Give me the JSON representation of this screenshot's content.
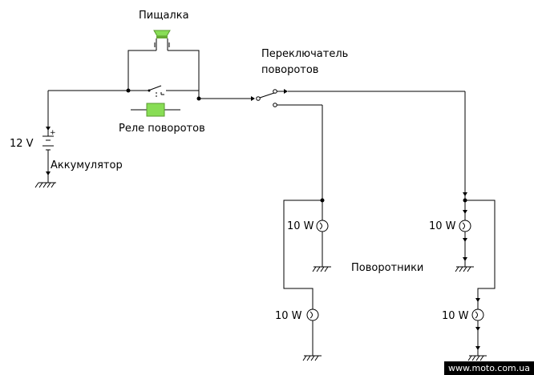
{
  "labels": {
    "buzzer": "Пищалка",
    "switch_line1": "Переключатель",
    "switch_line2": "поворотов",
    "relay": "Реле поворотов",
    "voltage": "12 V",
    "battery": "Аккумулятор",
    "turn_signals": "Поворотники",
    "lamp_power": "10 W"
  },
  "colors": {
    "wire": "#000000",
    "relay_fill": "#88dd55",
    "buzzer_fill": "#88dd55",
    "watermark_bg": "#000000",
    "watermark_text": "#ffffff"
  },
  "watermark": "www.moto.com.ua"
}
